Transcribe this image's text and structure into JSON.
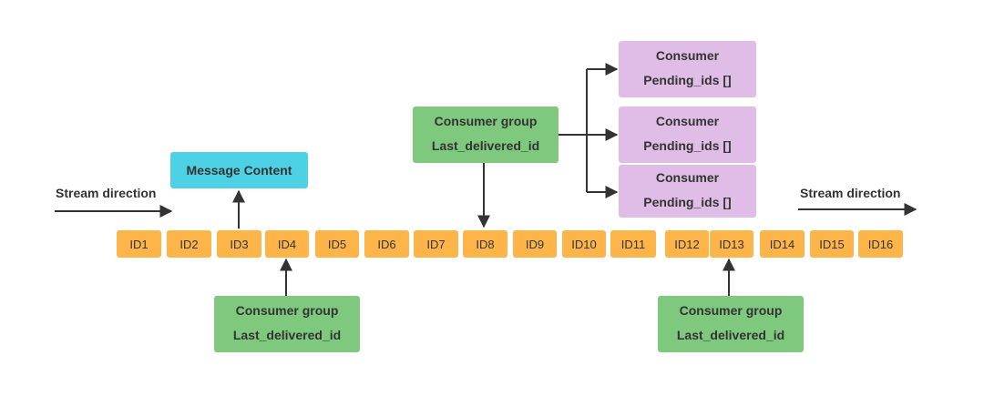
{
  "stream_direction_left": "Stream direction",
  "stream_direction_right": "Stream direction",
  "ids": [
    "ID1",
    "ID2",
    "ID3",
    "ID4",
    "ID5",
    "ID6",
    "ID7",
    "ID8",
    "ID9",
    "ID10",
    "ID11",
    "ID12",
    "ID13",
    "ID14",
    "ID15",
    "ID16"
  ],
  "message_content": "Message Content",
  "consumer_groups": [
    {
      "title": "Consumer group",
      "last": "Last_delivered_id"
    },
    {
      "title": "Consumer group",
      "last": "Last_delivered_id"
    },
    {
      "title": "Consumer group",
      "last": "Last_delivered_id"
    }
  ],
  "consumers": [
    {
      "title": "Consumer",
      "pending": "Pending_ids []"
    },
    {
      "title": "Consumer",
      "pending": "Pending_ids []"
    },
    {
      "title": "Consumer",
      "pending": "Pending_ids []"
    }
  ],
  "colors": {
    "id_box": "#fdb54a",
    "consumer_group": "#7fc97f",
    "consumer": "#e0bde6",
    "message_content": "#4dd1e4",
    "arrow": "#333333"
  }
}
